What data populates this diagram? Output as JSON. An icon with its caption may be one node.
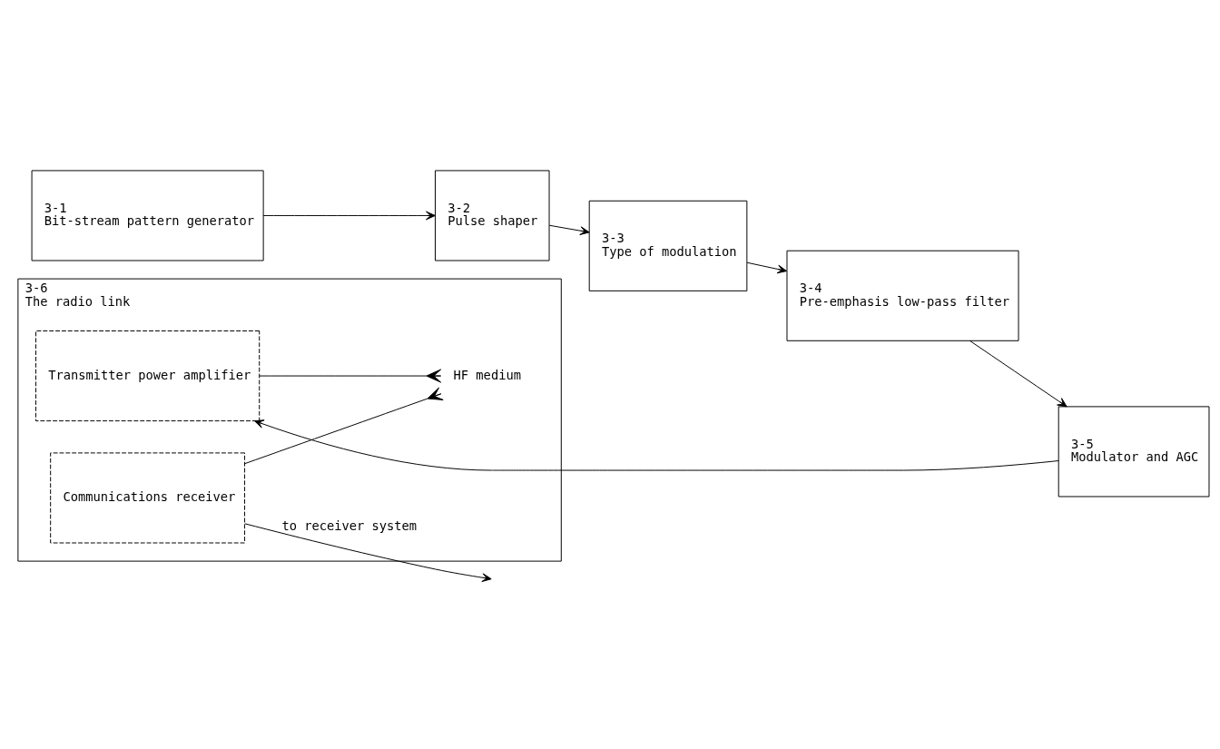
{
  "diagram": {
    "nodes": [
      {
        "text": [
          "3-1",
          "Bit-stream pattern generator"
        ]
      },
      {
        "text": [
          "3-2",
          "Pulse shaper"
        ]
      },
      {
        "text": [
          "3-3",
          "Type of modulation"
        ]
      },
      {
        "text": [
          "3-4",
          "Pre-emphasis low-pass filter"
        ]
      },
      {
        "text": [
          "3-5",
          "Modulator and AGC"
        ]
      },
      {
        "text": [
          "3-6",
          "The radio link"
        ]
      },
      {
        "text": [
          "Transmitter power amplifier"
        ],
        "in": 5
      },
      {
        "text": [
          "HF medium"
        ],
        "in": 5
      },
      {
        "text": [
          "Communications receiver"
        ],
        "in": 5
      }
    ],
    "edges": [
      {
        "from": 0,
        "to": 1,
        "arrow": "to"
      },
      {
        "from": 1,
        "to": 2,
        "arrow": "to"
      },
      {
        "from": 2,
        "to": 3,
        "arrow": "to"
      },
      {
        "from": 3,
        "to": 4,
        "arrow": "to"
      },
      {
        "from": 4,
        "to": 6,
        "arrow": "to"
      },
      {
        "from": 6,
        "to": 7,
        "arrow": "other"
      },
      {
        "from": 8,
        "to": 7,
        "arrow": "other"
      },
      {
        "from": 8,
        "to": null,
        "arrow": "to",
        "label": "to receiver system"
      }
    ]
  }
}
